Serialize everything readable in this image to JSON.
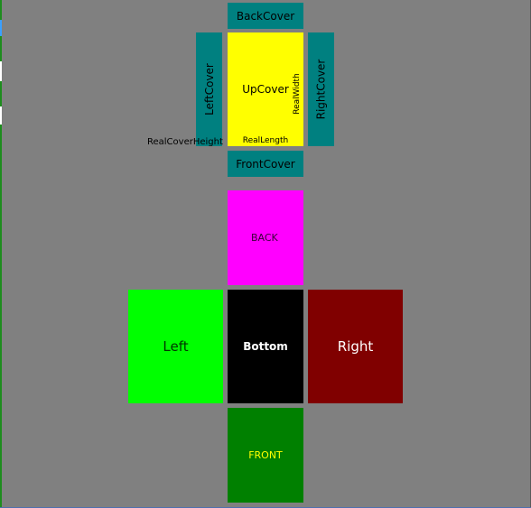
{
  "covers": {
    "back": "BackCover",
    "front": "FrontCover",
    "left": "LeftCover",
    "right": "RightCover",
    "up": "UpCover"
  },
  "dimensions": {
    "real_width": "RealWidth",
    "real_length": "RealLength",
    "real_cover_height": "RealCoverHeight"
  },
  "faces": {
    "back": "BACK",
    "left": "Left",
    "bottom": "Bottom",
    "right": "Right",
    "front": "FRONT"
  },
  "colors": {
    "background": "#808080",
    "cover": "#008080",
    "up": "#ffff00",
    "back": "#ff00ff",
    "left": "#00ff00",
    "bottom": "#000000",
    "right": "#800000",
    "front": "#008000"
  }
}
